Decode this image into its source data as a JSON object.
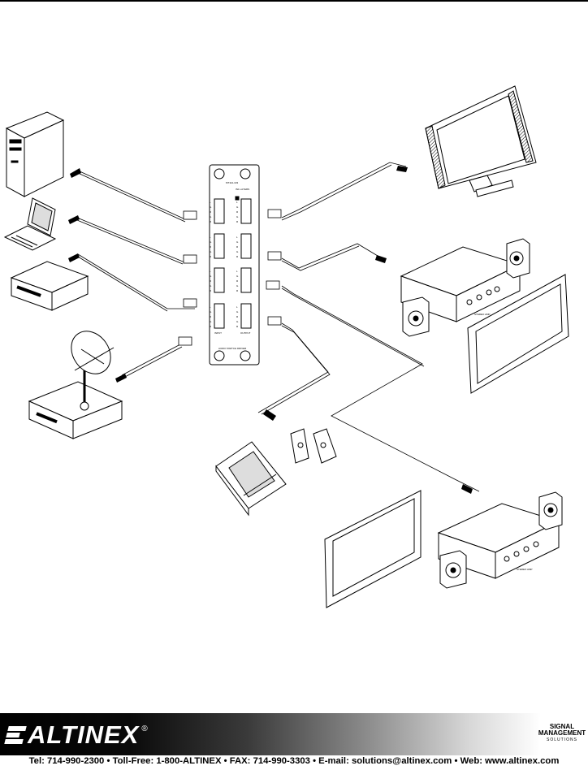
{
  "switcher": {
    "model": "MT112-103",
    "subtitle": "IN1 LAYERS",
    "bottom_label": "AUDIO SWITCH DRIVER",
    "input_label": "INPUT",
    "output_label": "OUTPUT",
    "pin_labels": [
      "L",
      "G",
      "R",
      "G",
      "R"
    ]
  },
  "devices": {
    "amplifier_top_label": "STEREO AMP",
    "amplifier_bottom_label": "STEREO AMP"
  },
  "footer": {
    "brand": "ALTINEX",
    "registered": "®",
    "logo_line1": "SIGNAL",
    "logo_line2": "MANAGEMENT",
    "logo_line3": "SOLUTIONS",
    "contact": "Tel: 714-990-2300 • Toll-Free: 1-800-ALTINEX • FAX: 714-990-3303 • E-mail: solutions@altinex.com • Web: www.altinex.com"
  }
}
